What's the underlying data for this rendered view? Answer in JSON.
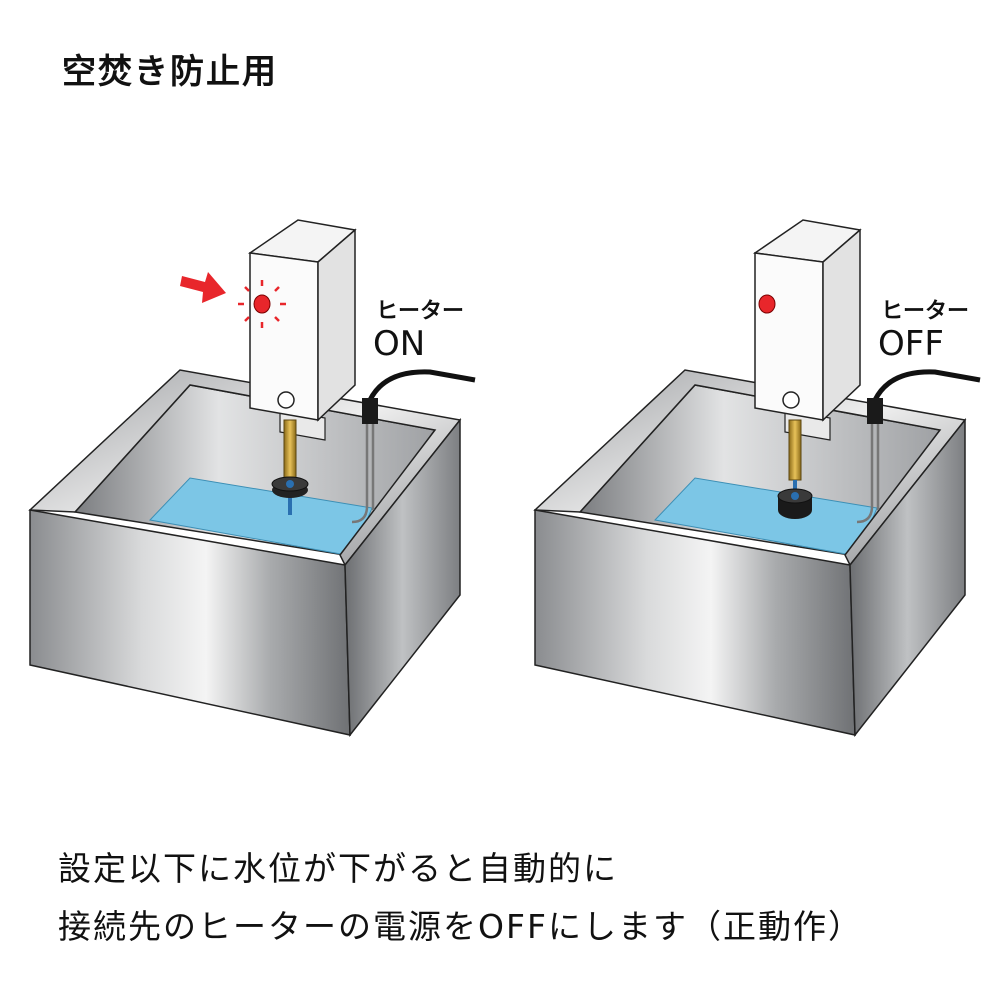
{
  "title": "空焚き防止用",
  "panels": [
    {
      "state_label": "ヒーター",
      "state_value": "ON",
      "lamp_lit": true
    },
    {
      "state_label": "ヒーター",
      "state_value": "OFF",
      "lamp_lit": false
    }
  ],
  "caption": {
    "line1": "設定以下に水位が下がると自動的に",
    "line2": "接続先のヒーターの電源をOFFにします（正動作）"
  },
  "colors": {
    "water": "#7cc6e6",
    "lamp": "#e8262b",
    "arrow": "#e8262b",
    "rod": "#c8a030"
  }
}
